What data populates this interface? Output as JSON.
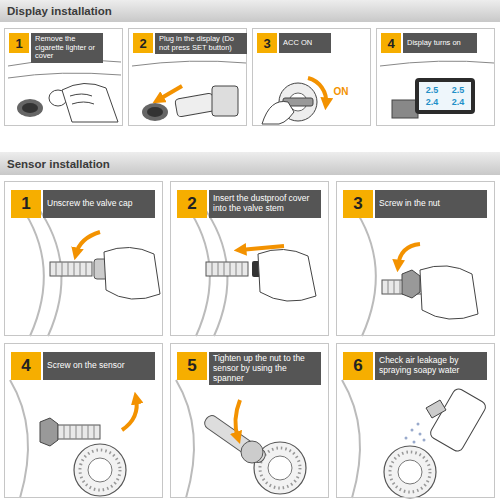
{
  "diagram": {
    "nodes": [
      {
        "text": [
          "Display installation"
        ]
      },
      {
        "text": [
          "1",
          "Remove the cigarette lighter or cover"
        ]
      },
      {
        "text": [
          "2",
          "Plug in the display (Do not press SET button)"
        ]
      },
      {
        "text": [
          "3",
          "ACC ON"
        ]
      },
      {
        "text": [
          "4",
          "Display turns on"
        ]
      },
      {
        "text": [
          "Sensor installation"
        ]
      },
      {
        "text": [
          "1",
          "Unscrew the valve cap"
        ]
      },
      {
        "text": [
          "2",
          "Insert the dustproof cover into the valve stem"
        ]
      },
      {
        "text": [
          "3",
          "Screw in the nut"
        ]
      },
      {
        "text": [
          "4",
          "Screw on the sensor"
        ]
      },
      {
        "text": [
          "5",
          "Tighten up the nut to the sensor by using the spanner"
        ]
      },
      {
        "text": [
          "6",
          "Check air leakage by spraying soapy water"
        ]
      }
    ],
    "labels": [
      "ON",
      "2.5",
      "2.5",
      "2.4",
      "2.4"
    ]
  }
}
